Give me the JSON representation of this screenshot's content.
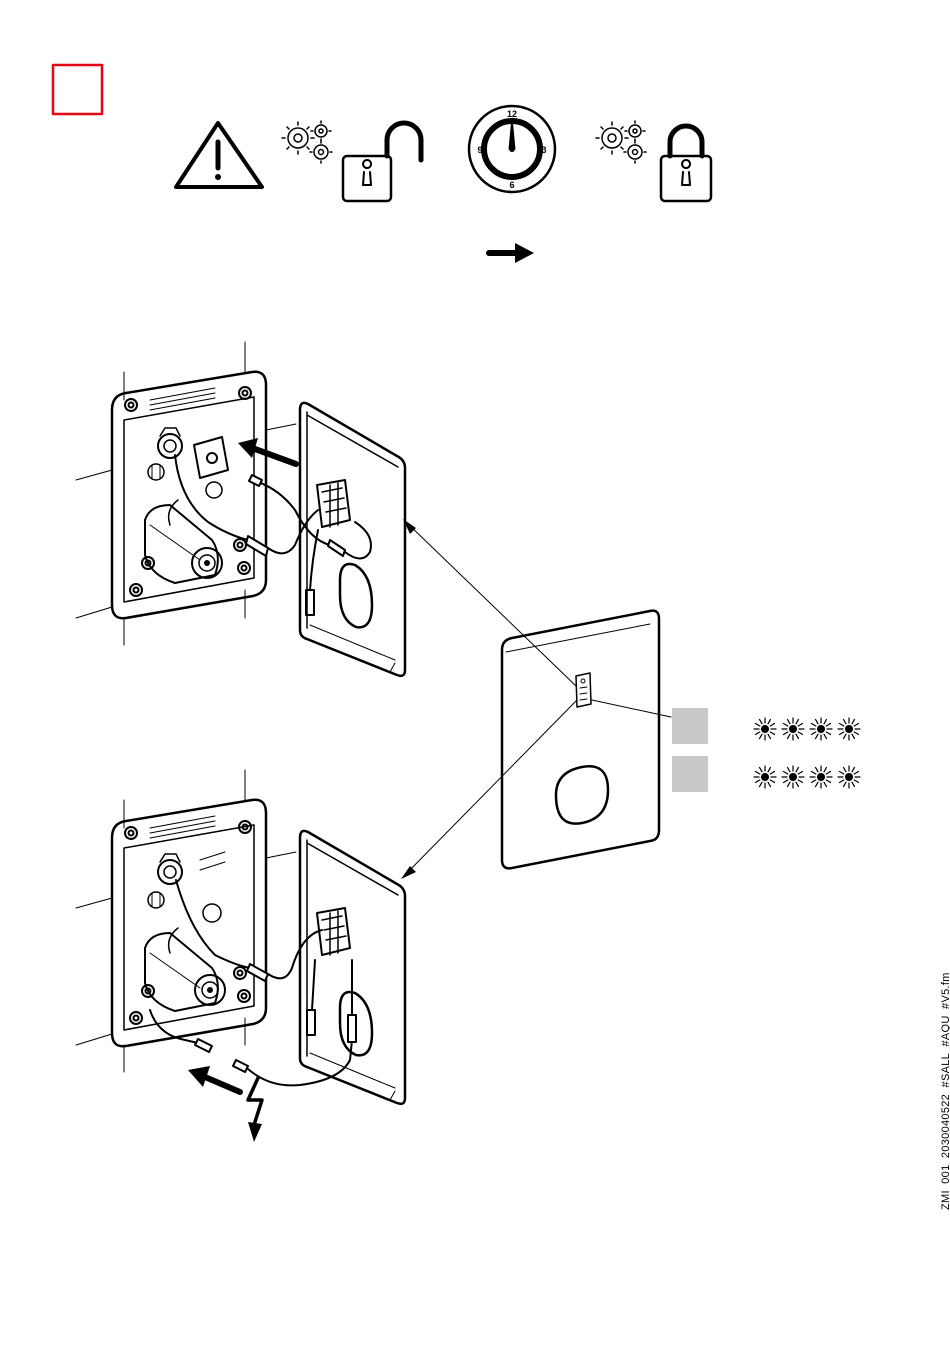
{
  "page_marker": {
    "color": "#e30613"
  },
  "timer": {
    "n12": "12",
    "n3": "3",
    "n6": "6",
    "n9": "9"
  },
  "icons": [
    "warning-triangle-icon",
    "gears-icon",
    "unlocked-padlock-icon",
    "clock-dial-icon",
    "gears-icon",
    "locked-padlock-icon",
    "arrow-right-icon"
  ],
  "indicator": {
    "square_color": "#c8c8c8",
    "rows": 2,
    "flashes_per_row": 4
  },
  "file_reference": "ZMI_001_2030040522_#SALL_#AQU_#V5.fm"
}
